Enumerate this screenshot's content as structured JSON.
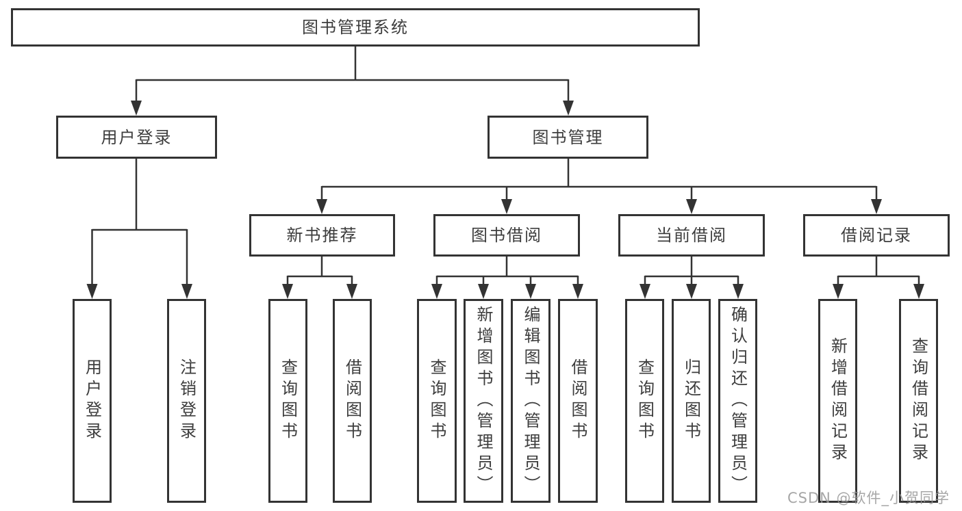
{
  "tree": {
    "label": "图书管理系统",
    "children": [
      {
        "label": "用户登录",
        "children": [
          {
            "label": "用户登录"
          },
          {
            "label": "注销登录"
          }
        ]
      },
      {
        "label": "图书管理",
        "children": [
          {
            "label": "新书推荐",
            "children": [
              {
                "label": "查询图书"
              },
              {
                "label": "借阅图书"
              }
            ]
          },
          {
            "label": "图书借阅",
            "children": [
              {
                "label": "查询图书"
              },
              {
                "label": "新增图书（管理员）"
              },
              {
                "label": "编辑图书（管理员）"
              },
              {
                "label": "借阅图书"
              }
            ]
          },
          {
            "label": "当前借阅",
            "children": [
              {
                "label": "查询图书"
              },
              {
                "label": "归还图书"
              },
              {
                "label": "确认归还（管理员）"
              }
            ]
          },
          {
            "label": "借阅记录",
            "children": [
              {
                "label": "新增借阅记录"
              },
              {
                "label": "查询借阅记录"
              }
            ]
          }
        ]
      }
    ]
  },
  "watermark": "CSDN @软件_小贺同学",
  "colors": {
    "line": "#333333",
    "text": "#3d3d3d",
    "background": "#ffffff",
    "watermark": "#969696"
  }
}
